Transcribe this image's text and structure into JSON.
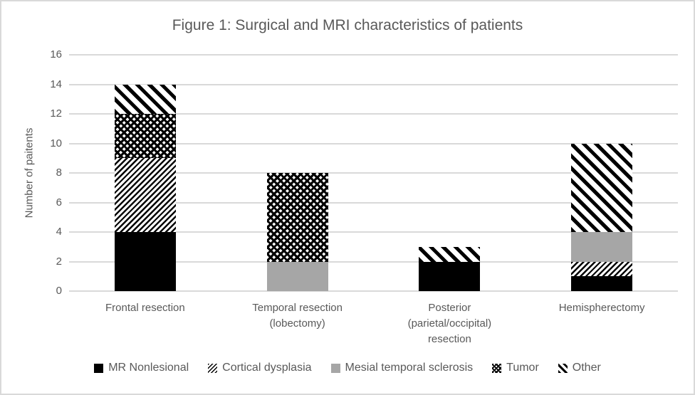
{
  "chart_data": {
    "type": "bar",
    "stacked": true,
    "title": "Figure 1: Surgical and MRI characteristics of patients",
    "xlabel": "",
    "ylabel": "Number of paitents",
    "ylim": [
      0,
      16
    ],
    "yticks": [
      0,
      2,
      4,
      6,
      8,
      10,
      12,
      14,
      16
    ],
    "grid": true,
    "legend_position": "bottom",
    "categories": [
      "Frontal resection",
      "Temporal resection (lobectomy)",
      "Posterior (parietal/occipital) resection",
      "Hemispherectomy"
    ],
    "series": [
      {
        "name": "MR Nonlesional",
        "pattern": "solid-black",
        "values": [
          4,
          0,
          2,
          1
        ]
      },
      {
        "name": "Cortical dysplasia",
        "pattern": "diag-up-fine",
        "values": [
          5,
          0,
          0,
          1
        ]
      },
      {
        "name": "Mesial temporal sclerosis",
        "pattern": "solid-gray",
        "values": [
          0,
          2,
          0,
          2
        ]
      },
      {
        "name": "Tumor",
        "pattern": "crosshatch",
        "values": [
          3,
          6,
          0,
          0
        ]
      },
      {
        "name": "Other",
        "pattern": "diag-down-bold",
        "values": [
          2,
          0,
          1,
          6
        ]
      }
    ],
    "totals": [
      14,
      8,
      3,
      10
    ]
  },
  "colors": {
    "text": "#595959",
    "gridline": "#d9d9d9",
    "bar_gray": "#a6a6a6",
    "bar_black": "#000000",
    "frame_border": "#d9d9d9",
    "background": "#ffffff"
  }
}
